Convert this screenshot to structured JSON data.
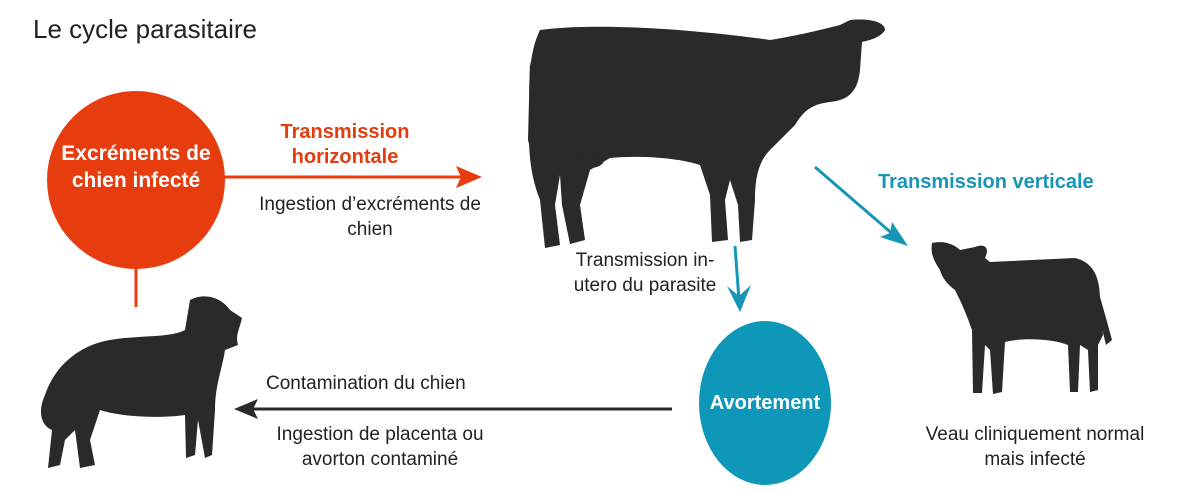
{
  "title": "Le cycle parasitaire",
  "colors": {
    "orange": "#e23d0f",
    "teal": "#1795b4",
    "silhouette": "#2a2a2a"
  },
  "nodes": {
    "infected_feces": "Excréments de chien infecté",
    "abortion": "Avortement"
  },
  "labels": {
    "horizontal_title": "Transmission horizontale",
    "horizontal_desc": "Ingestion d’excréments de chien",
    "vertical_title": "Transmission verticale",
    "in_utero": "Transmission in-utero du parasite",
    "calf": "Veau cliniquement normal mais infecté",
    "dog_contamination": "Contamination du chien",
    "dog_ingestion": "Ingestion de placenta ou avorton contaminé"
  },
  "icons": [
    "cow-icon",
    "calf-icon",
    "dog-icon"
  ]
}
